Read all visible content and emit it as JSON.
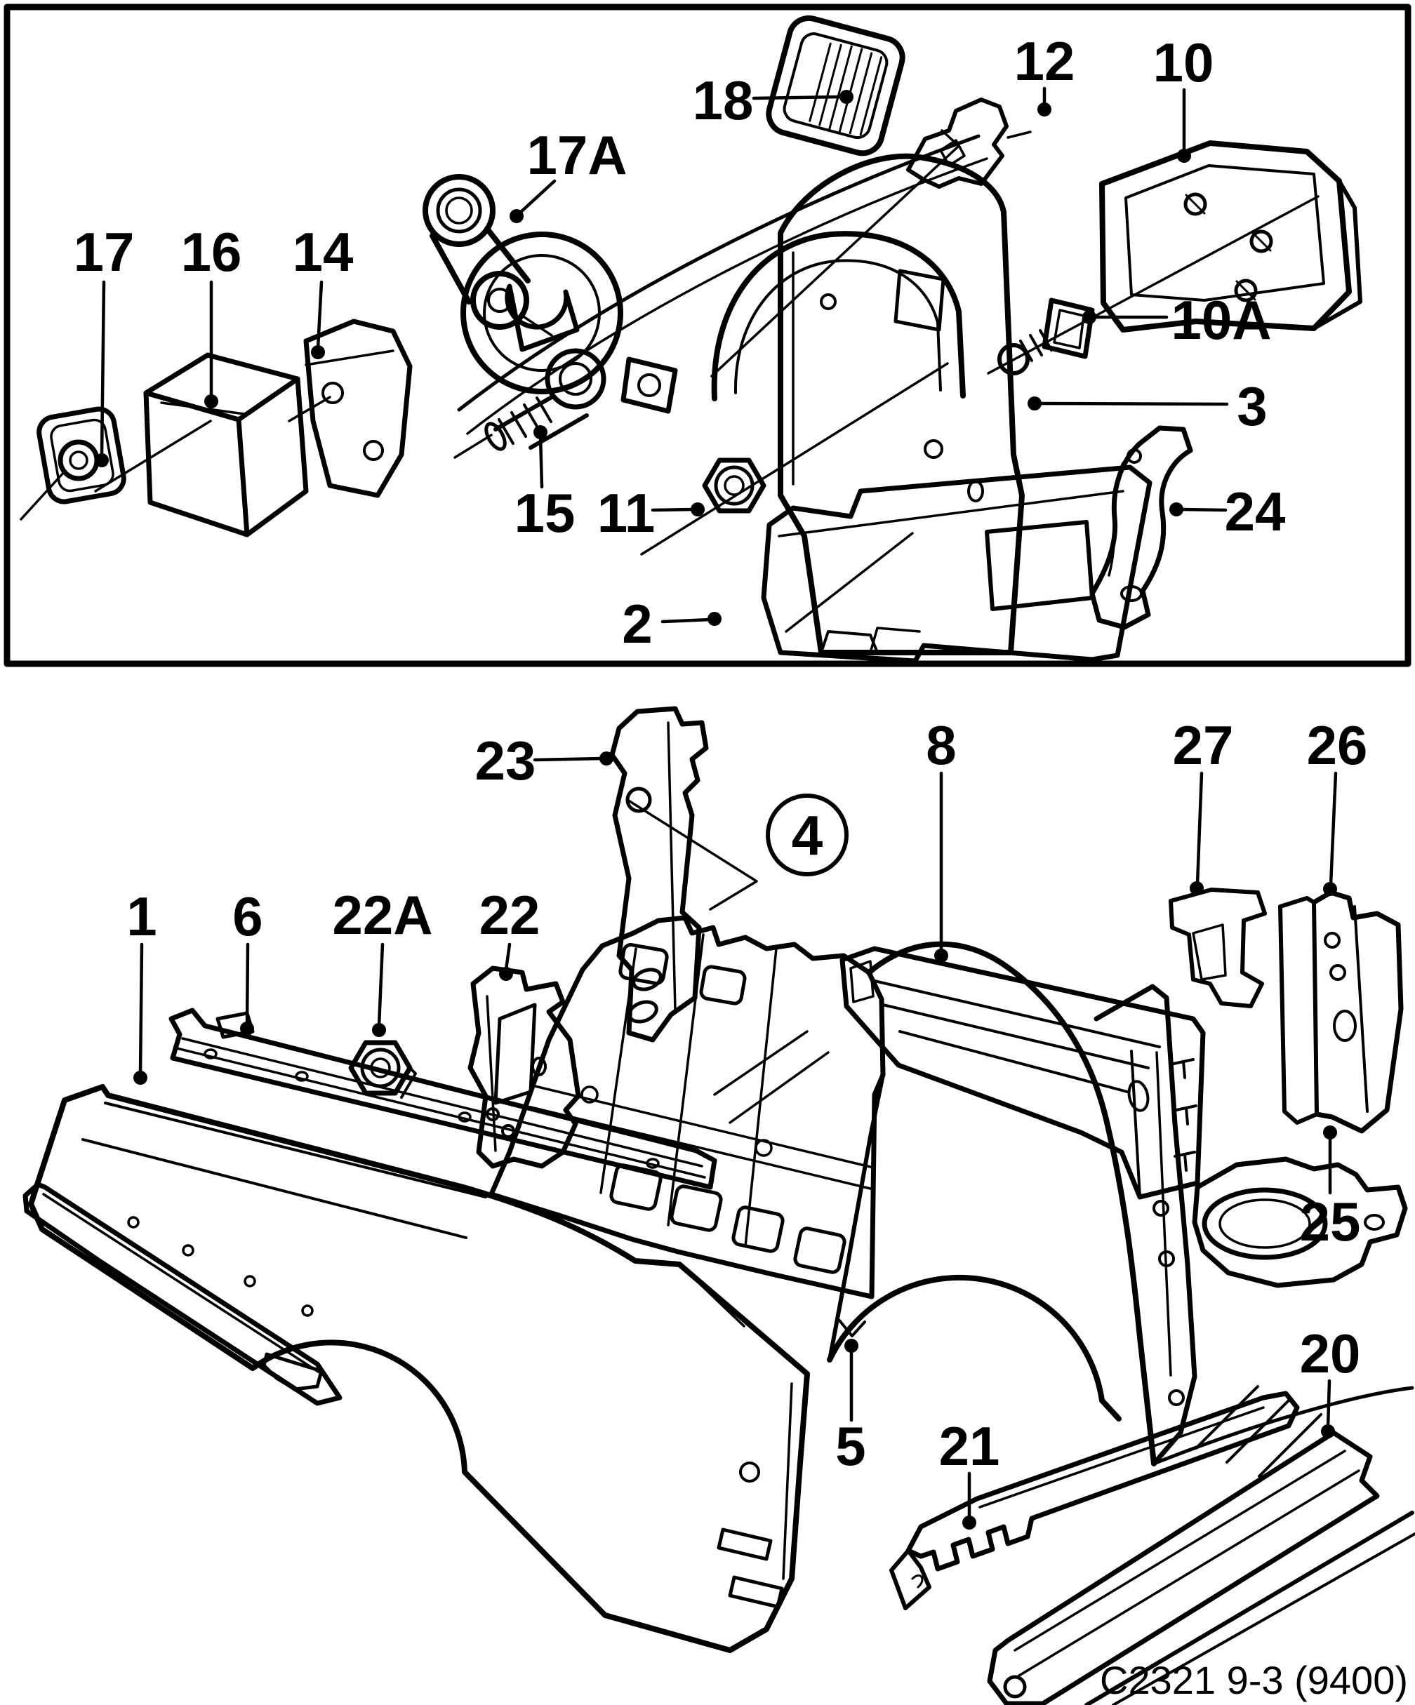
{
  "diagram": {
    "caption": "C2321 9-3 (9400)",
    "colors": {
      "ink": "#000000",
      "paper": "#ffffff"
    },
    "callouts": {
      "c1": {
        "label": "1"
      },
      "c2": {
        "label": "2"
      },
      "c3": {
        "label": "3"
      },
      "c4": {
        "label": "4"
      },
      "c5": {
        "label": "5"
      },
      "c6": {
        "label": "6"
      },
      "c8": {
        "label": "8"
      },
      "c10": {
        "label": "10"
      },
      "c10a": {
        "label": "10A"
      },
      "c11": {
        "label": "11"
      },
      "c12": {
        "label": "12"
      },
      "c14": {
        "label": "14"
      },
      "c15": {
        "label": "15"
      },
      "c16": {
        "label": "16"
      },
      "c17": {
        "label": "17"
      },
      "c17a": {
        "label": "17A"
      },
      "c18": {
        "label": "18"
      },
      "c20": {
        "label": "20"
      },
      "c21": {
        "label": "21"
      },
      "c22": {
        "label": "22"
      },
      "c22a": {
        "label": "22A"
      },
      "c23": {
        "label": "23"
      },
      "c24": {
        "label": "24"
      },
      "c25": {
        "label": "25"
      },
      "c26": {
        "label": "26"
      },
      "c27": {
        "label": "27"
      }
    }
  }
}
